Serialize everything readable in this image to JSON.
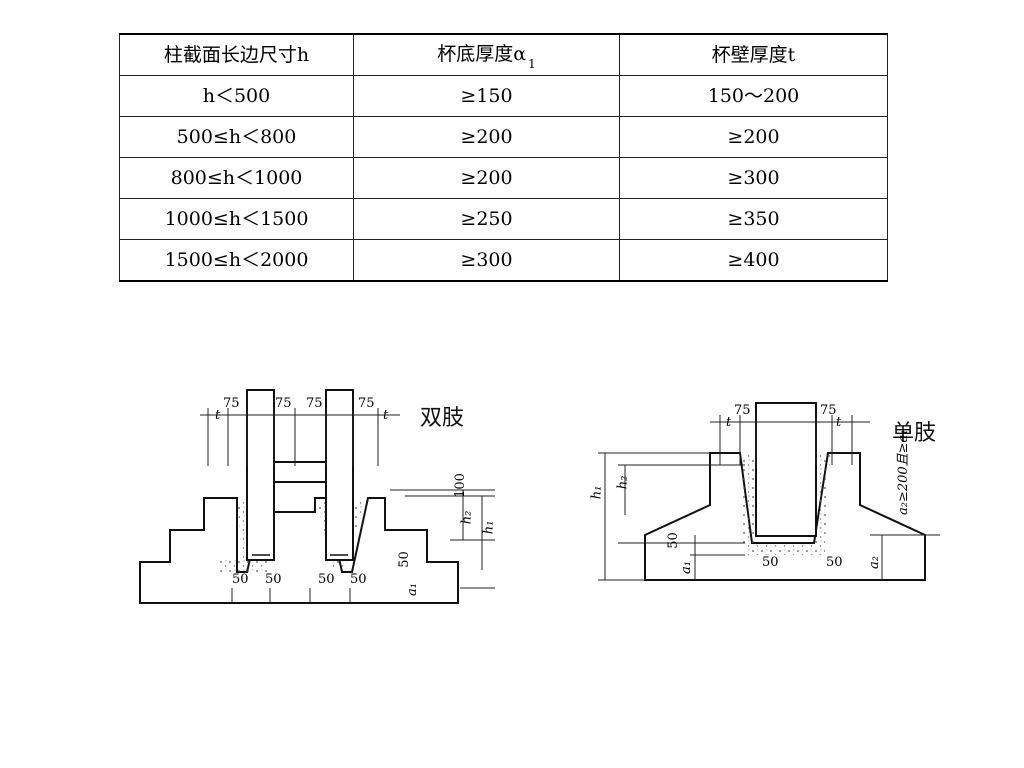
{
  "table": {
    "headers": [
      "柱截面长边尺寸h",
      "杯底厚度α",
      "杯壁厚度t"
    ],
    "header_subscript": "1",
    "rows": [
      [
        "h＜500",
        "≥150",
        "150～200"
      ],
      [
        "500≤h＜800",
        "≥200",
        "≥200"
      ],
      [
        "800≤h＜1000",
        "≥200",
        "≥300"
      ],
      [
        "1000≤h＜1500",
        "≥250",
        "≥350"
      ],
      [
        "1500≤h＜2000",
        "≥300",
        "≥400"
      ]
    ]
  },
  "figures": {
    "double": {
      "title": "双肢",
      "dims": {
        "seventyfive": "75",
        "fifty": "50",
        "hundred": "100",
        "t": "t",
        "h1": "h₁",
        "h2": "h₂",
        "a1": "a₁"
      }
    },
    "single": {
      "title": "单肢",
      "dims": {
        "seventyfive": "75",
        "fifty": "50",
        "t": "t",
        "h1": "h₁",
        "h2": "h₂",
        "a1": "a₁",
        "a2": "a₂",
        "note": "a₂≥200且≥a₁"
      }
    }
  }
}
